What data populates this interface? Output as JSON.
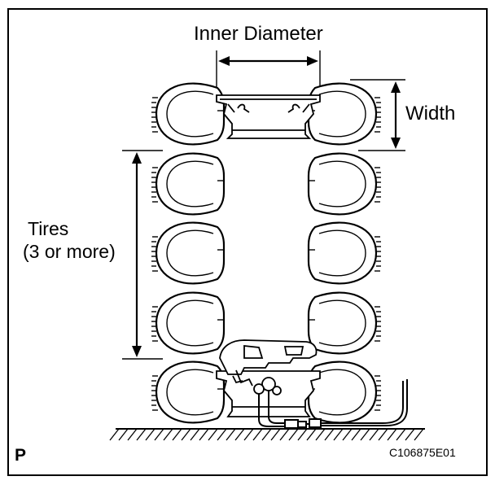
{
  "labels": {
    "inner_diameter": "Inner Diameter",
    "width": "Width",
    "tires_line1": "Tires",
    "tires_line2": "(3 or more)",
    "figure_code": "C106875E01",
    "corner_mark": "P"
  },
  "colors": {
    "ink": "#000000",
    "background": "#ffffff"
  }
}
